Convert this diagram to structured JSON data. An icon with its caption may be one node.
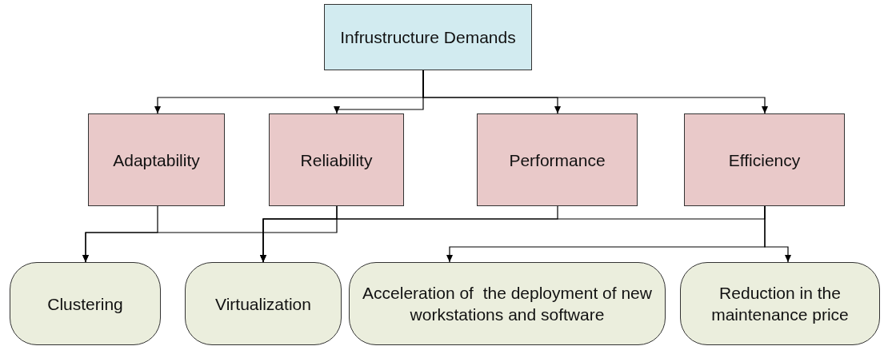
{
  "diagram": {
    "nodes": [
      {
        "text": [
          "Infrustructure Demands"
        ]
      },
      {
        "text": [
          "Adaptability"
        ]
      },
      {
        "text": [
          "Reliability"
        ]
      },
      {
        "text": [
          "Performance"
        ]
      },
      {
        "text": [
          "Efficiency"
        ]
      },
      {
        "text": [
          "Clustering"
        ]
      },
      {
        "text": [
          "Virtualization"
        ]
      },
      {
        "text": [
          "Acceleration of  the deployment of new workstations and software"
        ]
      },
      {
        "text": [
          "Reduction in the maintenance price"
        ]
      }
    ],
    "edges": [
      {
        "from": 0,
        "to": 1,
        "arrow": "to"
      },
      {
        "from": 0,
        "to": 2,
        "arrow": "to"
      },
      {
        "from": 0,
        "to": 3,
        "arrow": "to"
      },
      {
        "from": 0,
        "to": 4,
        "arrow": "to"
      },
      {
        "from": 1,
        "to": 5,
        "arrow": "to"
      },
      {
        "from": 2,
        "to": 5,
        "arrow": "to"
      },
      {
        "from": 2,
        "to": 6,
        "arrow": "to"
      },
      {
        "from": 3,
        "to": 6,
        "arrow": "to"
      },
      {
        "from": 4,
        "to": 6,
        "arrow": "to"
      },
      {
        "from": 4,
        "to": 7,
        "arrow": "to"
      },
      {
        "from": 4,
        "to": 8,
        "arrow": "to"
      }
    ]
  }
}
